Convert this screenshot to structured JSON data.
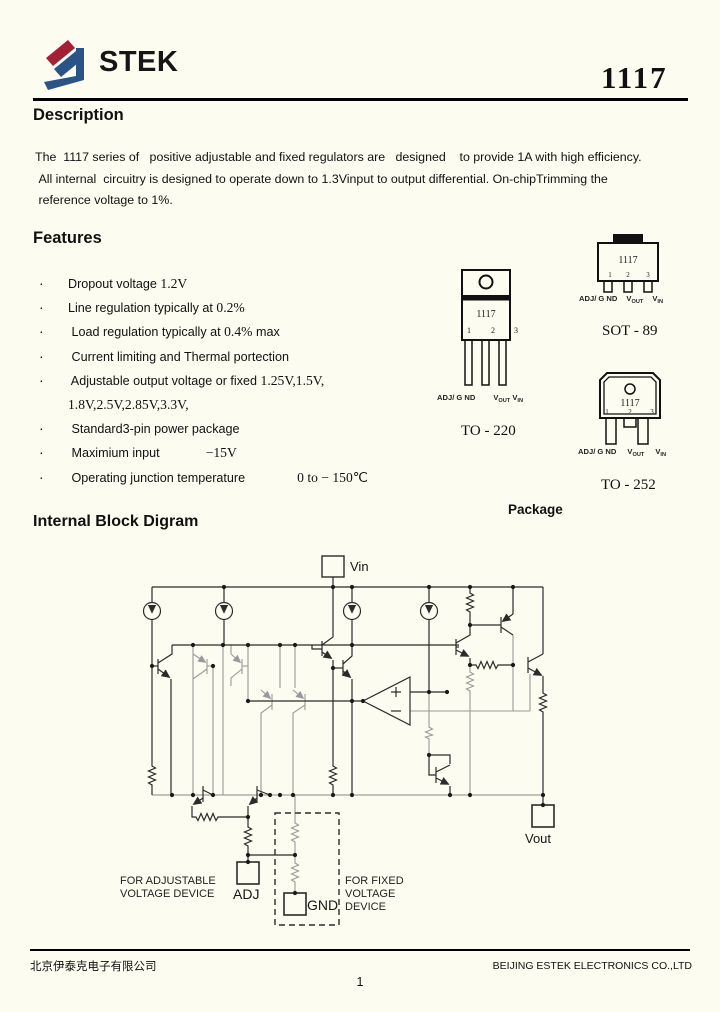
{
  "header": {
    "brand": "STEK",
    "part": "1117"
  },
  "description": {
    "heading": "Description",
    "body": "The  1117 series of   positive adjustable and fixed regulators are   designed    to provide 1A with high efficiency.\n All internal  circuitry is designed to operate down to 1.3Vinput to output differential. On-chipTrimming the\n reference voltage to 1%."
  },
  "features": {
    "heading": "Features",
    "items": [
      {
        "pre": "Dropout voltage ",
        "serif": "1.2V",
        "post": ""
      },
      {
        "pre": "Line regulation typically at ",
        "serif": "0.2%",
        "post": ""
      },
      {
        "pre": " Load regulation typically at ",
        "serif": "0.4%",
        "post": " max"
      },
      {
        "pre": " Current limiting and Thermal portection",
        "serif": "",
        "post": ""
      },
      {
        "pre": " Adjustable output voltage or fixed ",
        "serif": "1.25V,1.5V,",
        "post": ""
      },
      {
        "pre": "",
        "serif": "1.8V,2.5V,2.85V,3.3V,",
        "post": ""
      },
      {
        "pre": " Standard3-pin power package",
        "serif": "",
        "post": ""
      },
      {
        "pre": " Maximium input",
        "serif": "−15V",
        "post": ""
      },
      {
        "pre": " Operating junction temperature",
        "serif": "0 to − 150℃",
        "post": ""
      }
    ]
  },
  "packages": {
    "heading": "Package",
    "marking": "1117",
    "pins": [
      "1",
      "2",
      "3"
    ],
    "labels": {
      "adj": "ADJ/ G ND",
      "v": "V",
      "out": "OUT",
      "in": "IN"
    },
    "names": {
      "to220": "TO - 220",
      "sot89": "SOT - 89",
      "to252": "TO - 252"
    }
  },
  "diagram": {
    "heading": "Internal Block Digram",
    "labels": {
      "vin": "Vin",
      "vout": "Vout",
      "adj": "ADJ",
      "gnd": "GND",
      "adjustable": "FOR ADJUSTABLE\nVOLTAGE DEVICE",
      "fixed": "FOR FIXED\nVOLTAGE\nDEVICE"
    }
  },
  "footer": {
    "company_cn": "北京伊泰克电子有限公司",
    "company_en": "BEIJING ESTEK ELECTRONICS CO.,LTD",
    "page_number": "1"
  },
  "colors": {
    "logo_red": "#a32035",
    "logo_blue": "#2a5488",
    "ink": "#111111"
  }
}
